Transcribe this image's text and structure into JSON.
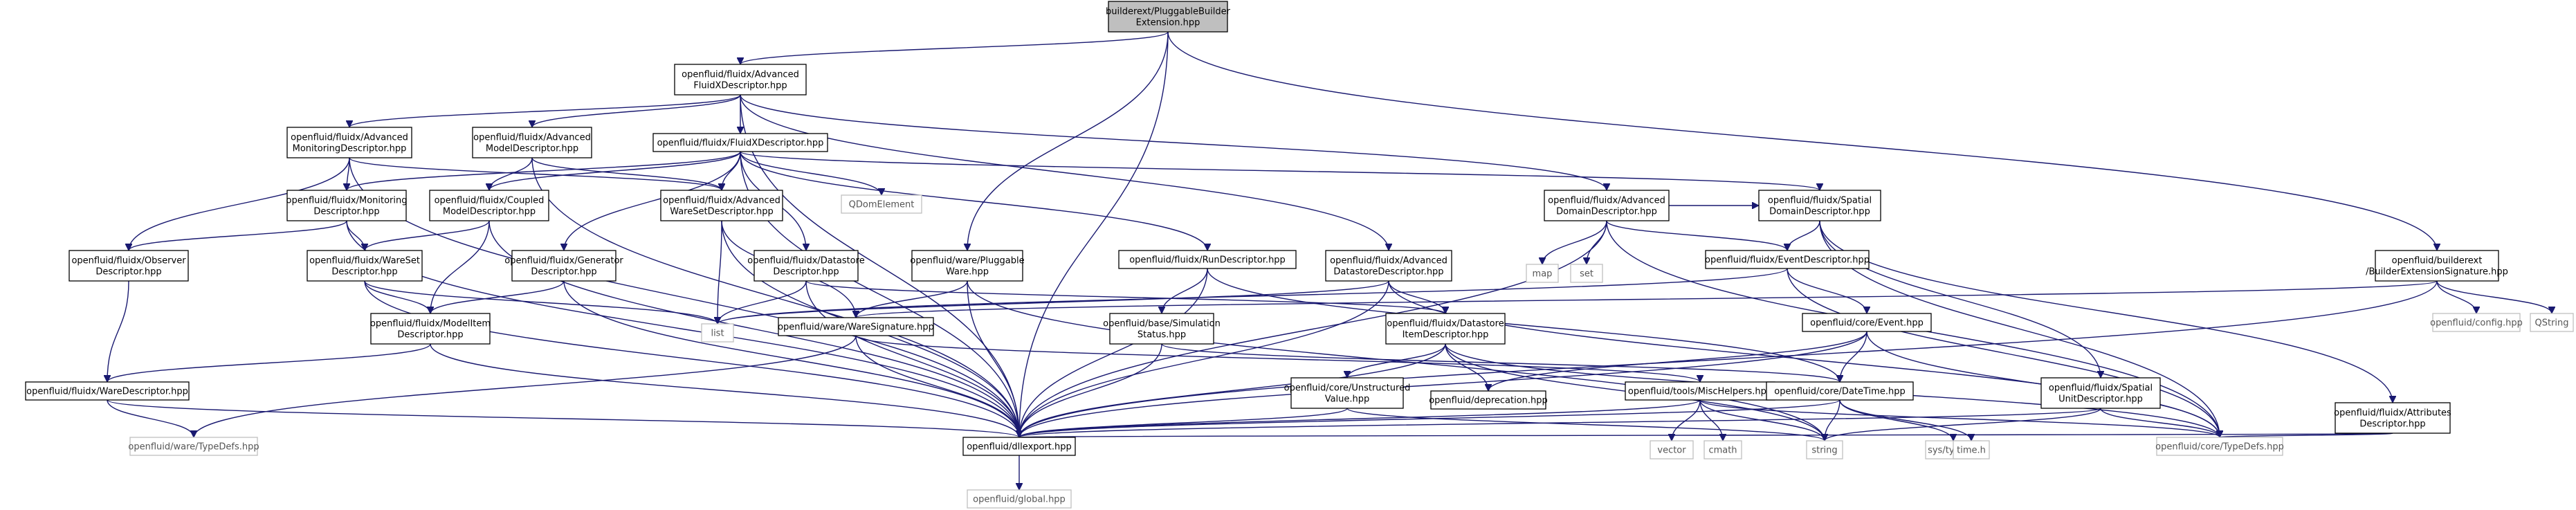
{
  "graph": {
    "nodes": [
      {
        "id": "root",
        "lines": [
          "builderext/PluggableBuilder",
          "Extension.hpp"
        ],
        "kind": "root"
      },
      {
        "id": "afx",
        "lines": [
          "openfluid/fluidx/Advanced",
          "FluidXDescriptor.hpp"
        ],
        "kind": "hdr"
      },
      {
        "id": "amon",
        "lines": [
          "openfluid/fluidx/Advanced",
          "MonitoringDescriptor.hpp"
        ],
        "kind": "hdr"
      },
      {
        "id": "amod",
        "lines": [
          "openfluid/fluidx/Advanced",
          "ModelDescriptor.hpp"
        ],
        "kind": "hdr"
      },
      {
        "id": "fxd",
        "lines": [
          "openfluid/fluidx/FluidXDescriptor.hpp"
        ],
        "kind": "hdr"
      },
      {
        "id": "qdom",
        "lines": [
          "QDomElement"
        ],
        "kind": "lib"
      },
      {
        "id": "adom",
        "lines": [
          "openfluid/fluidx/Advanced",
          "DomainDescriptor.hpp"
        ],
        "kind": "hdr"
      },
      {
        "id": "sdom",
        "lines": [
          "openfluid/fluidx/Spatial",
          "DomainDescriptor.hpp"
        ],
        "kind": "hdr"
      },
      {
        "id": "bes",
        "lines": [
          "openfluid/builderext",
          "/BuilderExtensionSignature.hpp"
        ],
        "kind": "hdr"
      },
      {
        "id": "mon",
        "lines": [
          "openfluid/fluidx/Monitoring",
          "Descriptor.hpp"
        ],
        "kind": "hdr"
      },
      {
        "id": "cmd",
        "lines": [
          "openfluid/fluidx/Coupled",
          "ModelDescriptor.hpp"
        ],
        "kind": "hdr"
      },
      {
        "id": "aws",
        "lines": [
          "openfluid/fluidx/Advanced",
          "WareSetDescriptor.hpp"
        ],
        "kind": "hdr"
      },
      {
        "id": "obs",
        "lines": [
          "openfluid/fluidx/Observer",
          "Descriptor.hpp"
        ],
        "kind": "hdr"
      },
      {
        "id": "ws",
        "lines": [
          "openfluid/fluidx/WareSet",
          "Descriptor.hpp"
        ],
        "kind": "hdr"
      },
      {
        "id": "gen",
        "lines": [
          "openfluid/fluidx/Generator",
          "Descriptor.hpp"
        ],
        "kind": "hdr"
      },
      {
        "id": "dsd",
        "lines": [
          "openfluid/fluidx/Datastore",
          "Descriptor.hpp"
        ],
        "kind": "hdr"
      },
      {
        "id": "pw",
        "lines": [
          "openfluid/ware/Pluggable",
          "Ware.hpp"
        ],
        "kind": "hdr"
      },
      {
        "id": "run",
        "lines": [
          "openfluid/fluidx/RunDescriptor.hpp"
        ],
        "kind": "hdr"
      },
      {
        "id": "ads",
        "lines": [
          "openfluid/fluidx/Advanced",
          "DatastoreDescriptor.hpp"
        ],
        "kind": "hdr"
      },
      {
        "id": "map",
        "lines": [
          "map"
        ],
        "kind": "lib"
      },
      {
        "id": "set",
        "lines": [
          "set"
        ],
        "kind": "lib"
      },
      {
        "id": "evd",
        "lines": [
          "openfluid/fluidx/EventDescriptor.hpp"
        ],
        "kind": "hdr"
      },
      {
        "id": "attr",
        "lines": [
          "openfluid/fluidx/Attributes",
          "Descriptor.hpp"
        ],
        "kind": "hdr"
      },
      {
        "id": "cfg",
        "lines": [
          "openfluid/config.hpp"
        ],
        "kind": "lib"
      },
      {
        "id": "qstr",
        "lines": [
          "QString"
        ],
        "kind": "lib"
      },
      {
        "id": "mid",
        "lines": [
          "openfluid/fluidx/ModelItem",
          "Descriptor.hpp"
        ],
        "kind": "hdr"
      },
      {
        "id": "list",
        "lines": [
          "list"
        ],
        "kind": "lib"
      },
      {
        "id": "wsig",
        "lines": [
          "openfluid/ware/WareSignature.hpp"
        ],
        "kind": "hdr"
      },
      {
        "id": "sim",
        "lines": [
          "openfluid/base/Simulation",
          "Status.hpp"
        ],
        "kind": "hdr"
      },
      {
        "id": "dsi",
        "lines": [
          "openfluid/fluidx/Datastore",
          "ItemDescriptor.hpp"
        ],
        "kind": "hdr"
      },
      {
        "id": "cev",
        "lines": [
          "openfluid/core/Event.hpp"
        ],
        "kind": "hdr"
      },
      {
        "id": "wd",
        "lines": [
          "openfluid/fluidx/WareDescriptor.hpp"
        ],
        "kind": "hdr"
      },
      {
        "id": "uv",
        "lines": [
          "openfluid/core/Unstructured",
          "Value.hpp"
        ],
        "kind": "hdr"
      },
      {
        "id": "dep",
        "lines": [
          "openfluid/deprecation.hpp"
        ],
        "kind": "hdr"
      },
      {
        "id": "misc",
        "lines": [
          "openfluid/tools/MiscHelpers.hpp"
        ],
        "kind": "hdr"
      },
      {
        "id": "dt",
        "lines": [
          "openfluid/core/DateTime.hpp"
        ],
        "kind": "hdr"
      },
      {
        "id": "sud",
        "lines": [
          "openfluid/fluidx/Spatial",
          "UnitDescriptor.hpp"
        ],
        "kind": "hdr"
      },
      {
        "id": "wtd",
        "lines": [
          "openfluid/ware/TypeDefs.hpp"
        ],
        "kind": "lib"
      },
      {
        "id": "dll",
        "lines": [
          "openfluid/dllexport.hpp"
        ],
        "kind": "hdr"
      },
      {
        "id": "vec",
        "lines": [
          "vector"
        ],
        "kind": "lib"
      },
      {
        "id": "cmath",
        "lines": [
          "cmath"
        ],
        "kind": "lib"
      },
      {
        "id": "str",
        "lines": [
          "string"
        ],
        "kind": "lib"
      },
      {
        "id": "syst",
        "lines": [
          "sys/types.h"
        ],
        "kind": "lib"
      },
      {
        "id": "time",
        "lines": [
          "time.h"
        ],
        "kind": "lib"
      },
      {
        "id": "ctd",
        "lines": [
          "openfluid/core/TypeDefs.hpp"
        ],
        "kind": "lib"
      },
      {
        "id": "glob",
        "lines": [
          "openfluid/global.hpp"
        ],
        "kind": "lib"
      }
    ],
    "edges": [
      [
        "root",
        "afx"
      ],
      [
        "root",
        "pw"
      ],
      [
        "root",
        "bes"
      ],
      [
        "root",
        "dll"
      ],
      [
        "afx",
        "amon"
      ],
      [
        "afx",
        "amod"
      ],
      [
        "afx",
        "fxd"
      ],
      [
        "afx",
        "adom"
      ],
      [
        "afx",
        "ads"
      ],
      [
        "afx",
        "dll"
      ],
      [
        "amon",
        "mon"
      ],
      [
        "amon",
        "obs"
      ],
      [
        "amon",
        "aws"
      ],
      [
        "amon",
        "dll"
      ],
      [
        "amod",
        "cmd"
      ],
      [
        "amod",
        "aws"
      ],
      [
        "amod",
        "dll"
      ],
      [
        "fxd",
        "mon"
      ],
      [
        "fxd",
        "cmd"
      ],
      [
        "fxd",
        "gen"
      ],
      [
        "fxd",
        "dsd"
      ],
      [
        "fxd",
        "run"
      ],
      [
        "fxd",
        "sdom"
      ],
      [
        "fxd",
        "qdom"
      ],
      [
        "fxd",
        "dll"
      ],
      [
        "fxd",
        "aws"
      ],
      [
        "adom",
        "sdom"
      ],
      [
        "adom",
        "evd"
      ],
      [
        "adom",
        "map"
      ],
      [
        "adom",
        "set"
      ],
      [
        "adom",
        "dll"
      ],
      [
        "adom",
        "ctd"
      ],
      [
        "sdom",
        "evd"
      ],
      [
        "sdom",
        "sud"
      ],
      [
        "sdom",
        "attr"
      ],
      [
        "sdom",
        "ctd"
      ],
      [
        "bes",
        "wsig"
      ],
      [
        "bes",
        "cfg"
      ],
      [
        "bes",
        "qstr"
      ],
      [
        "bes",
        "dll"
      ],
      [
        "mon",
        "obs"
      ],
      [
        "mon",
        "ws"
      ],
      [
        "mon",
        "dll"
      ],
      [
        "cmd",
        "ws"
      ],
      [
        "cmd",
        "mid"
      ],
      [
        "cmd",
        "dll"
      ],
      [
        "aws",
        "list"
      ],
      [
        "aws",
        "wsig"
      ],
      [
        "aws",
        "dll"
      ],
      [
        "obs",
        "wd"
      ],
      [
        "ws",
        "mid"
      ],
      [
        "ws",
        "list"
      ],
      [
        "ws",
        "dll"
      ],
      [
        "gen",
        "mid"
      ],
      [
        "gen",
        "dll"
      ],
      [
        "dsd",
        "dsi"
      ],
      [
        "dsd",
        "list"
      ],
      [
        "dsd",
        "dll"
      ],
      [
        "pw",
        "wsig"
      ],
      [
        "pw",
        "dll"
      ],
      [
        "pw",
        "str"
      ],
      [
        "run",
        "sim"
      ],
      [
        "run",
        "dt"
      ],
      [
        "run",
        "dll"
      ],
      [
        "ads",
        "dsi"
      ],
      [
        "ads",
        "list"
      ],
      [
        "ads",
        "dll"
      ],
      [
        "ads",
        "ctd"
      ],
      [
        "evd",
        "cev"
      ],
      [
        "evd",
        "list"
      ],
      [
        "evd",
        "ctd"
      ],
      [
        "attr",
        "ctd"
      ],
      [
        "attr",
        "dll"
      ],
      [
        "mid",
        "wd"
      ],
      [
        "mid",
        "dll"
      ],
      [
        "wsig",
        "misc"
      ],
      [
        "wsig",
        "wtd"
      ],
      [
        "wsig",
        "dll"
      ],
      [
        "sim",
        "dt"
      ],
      [
        "sim",
        "dll"
      ],
      [
        "dsi",
        "uv"
      ],
      [
        "dsi",
        "dep"
      ],
      [
        "dsi",
        "str"
      ],
      [
        "dsi",
        "ctd"
      ],
      [
        "dsi",
        "dll"
      ],
      [
        "cev",
        "dt"
      ],
      [
        "cev",
        "dep"
      ],
      [
        "cev",
        "dll"
      ],
      [
        "cev",
        "ctd"
      ],
      [
        "wd",
        "wtd"
      ],
      [
        "wd",
        "dll"
      ],
      [
        "uv",
        "str"
      ],
      [
        "uv",
        "dll"
      ],
      [
        "misc",
        "vec"
      ],
      [
        "misc",
        "cmath"
      ],
      [
        "misc",
        "str"
      ],
      [
        "misc",
        "dll"
      ],
      [
        "misc",
        "ctd"
      ],
      [
        "dt",
        "str"
      ],
      [
        "dt",
        "syst"
      ],
      [
        "dt",
        "time"
      ],
      [
        "dt",
        "dll"
      ],
      [
        "sud",
        "str"
      ],
      [
        "sud",
        "ctd"
      ],
      [
        "sud",
        "dll"
      ],
      [
        "dll",
        "glob"
      ]
    ]
  }
}
